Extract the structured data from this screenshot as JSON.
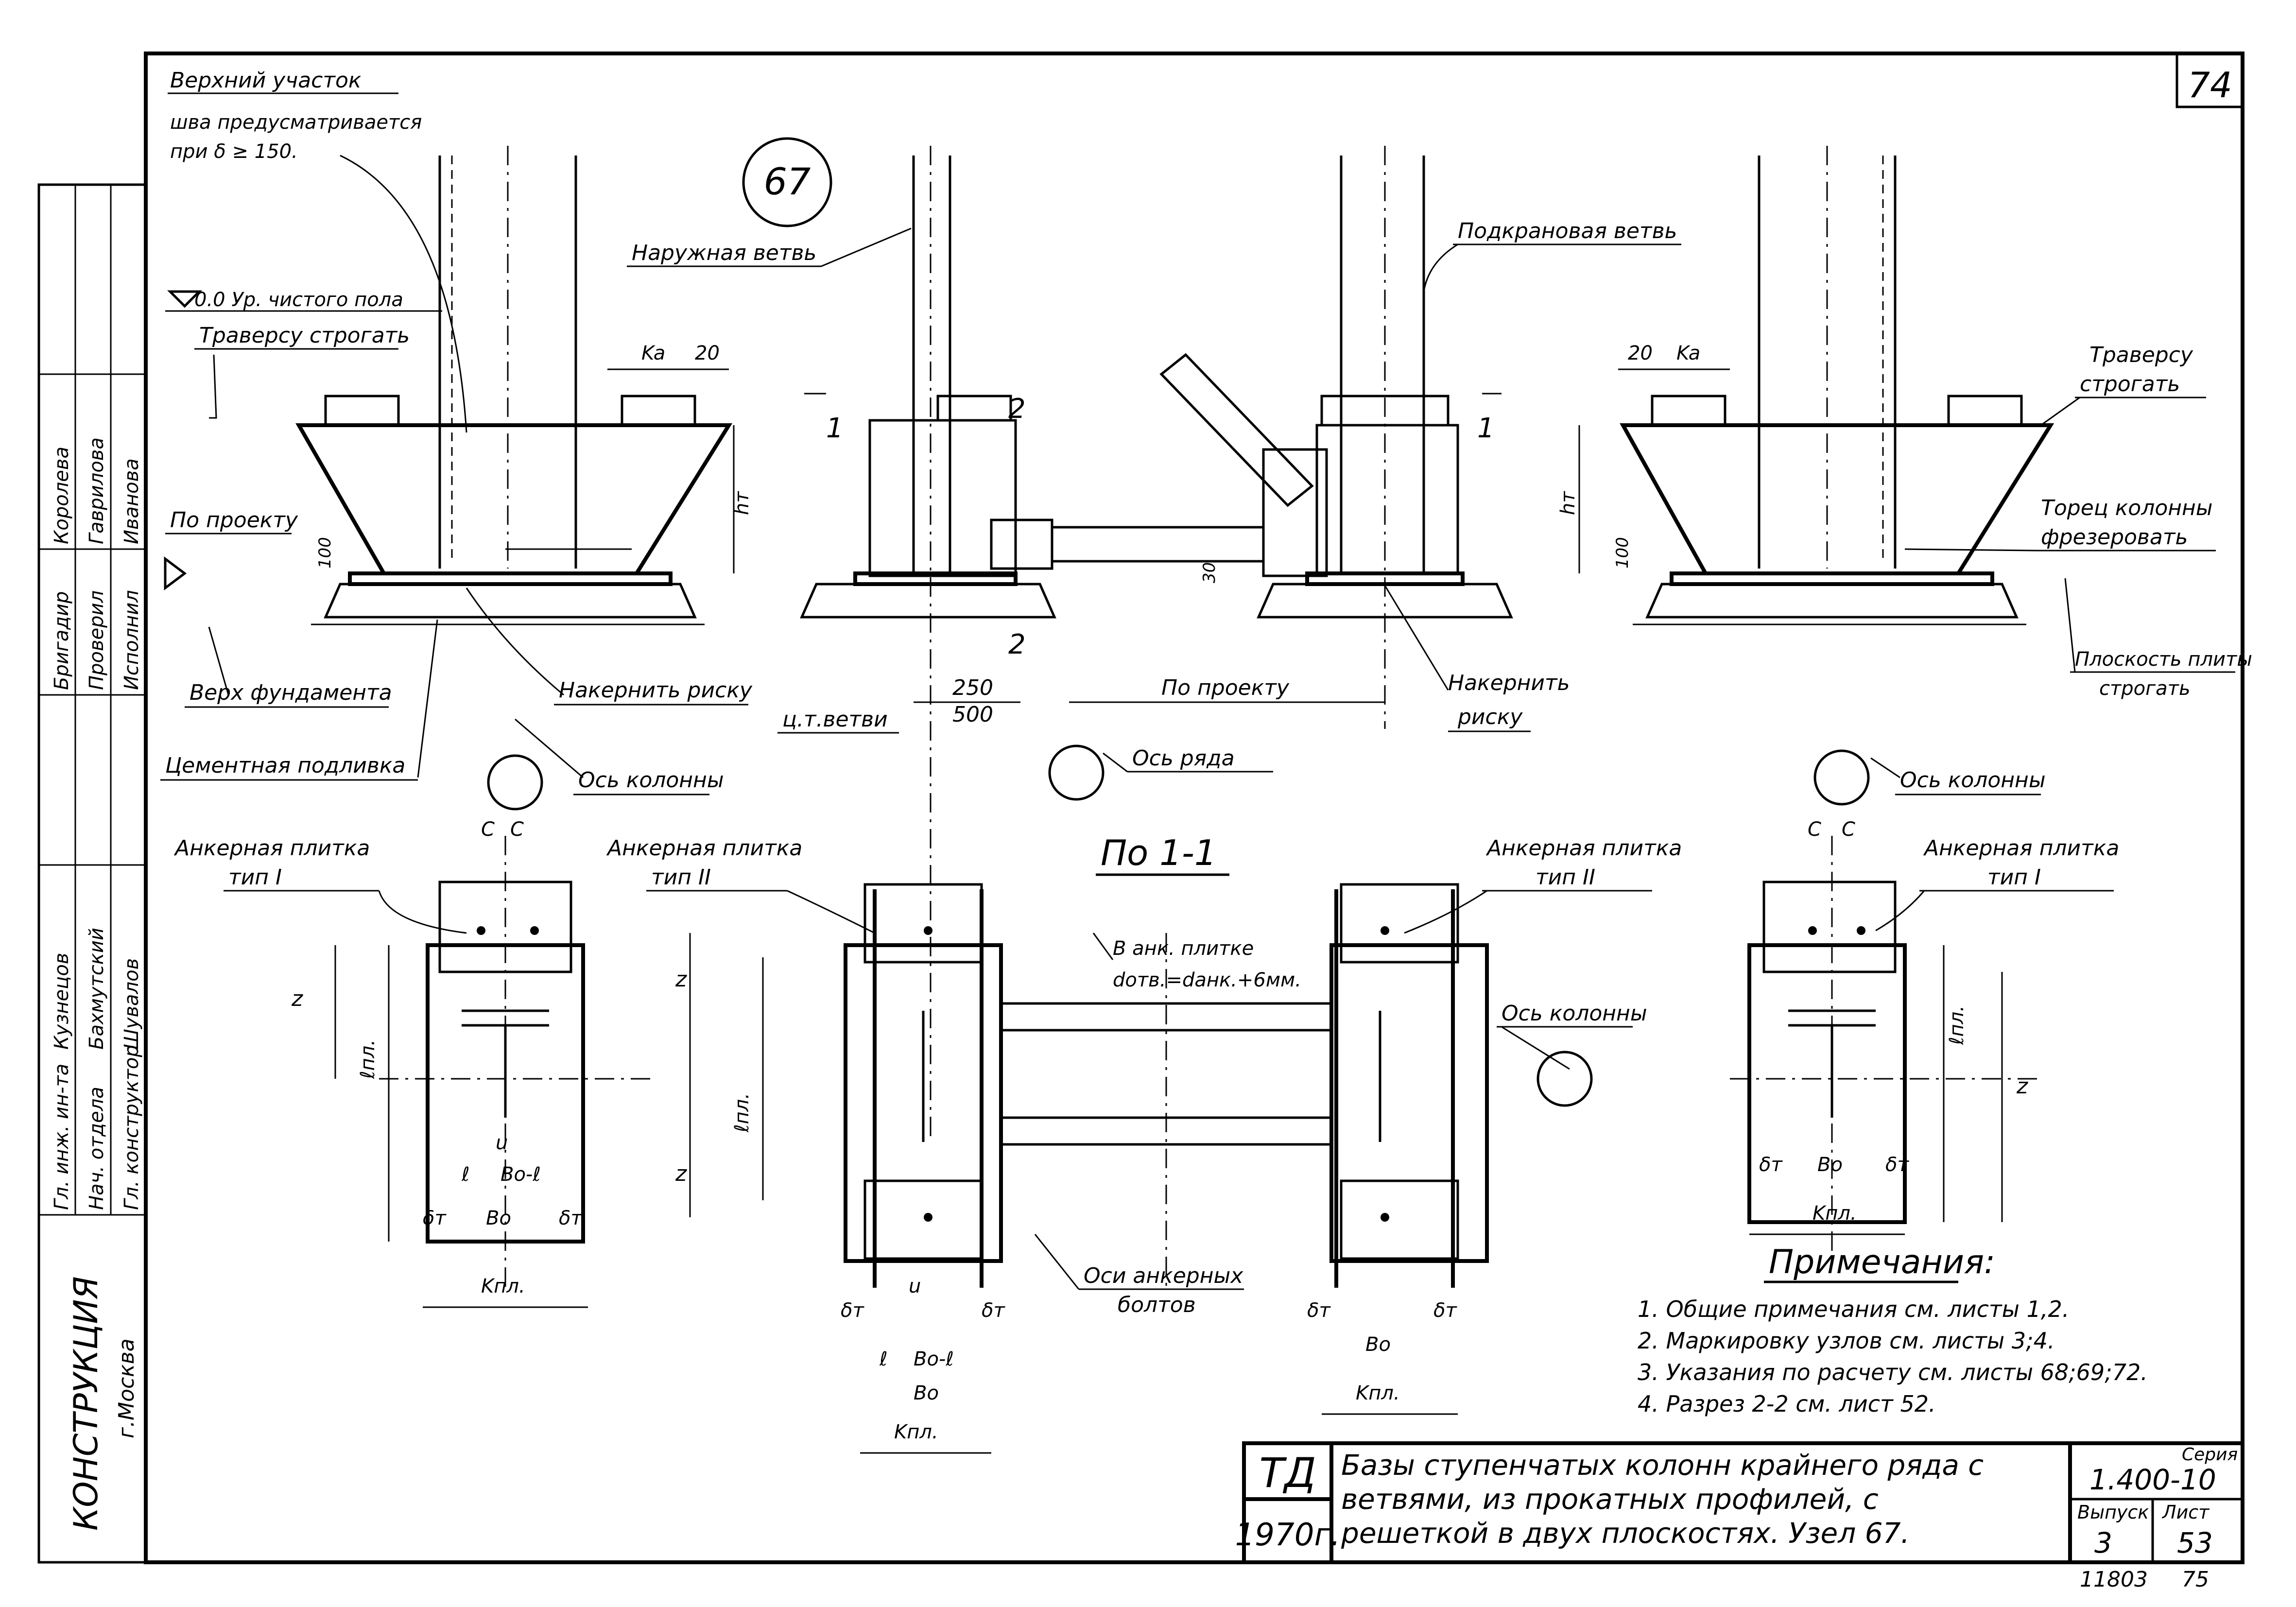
{
  "sheet": {
    "page_number": "74",
    "node_number": "67",
    "section_label": "По 1-1",
    "section_marks": {
      "one": "1",
      "two": "2"
    }
  },
  "side_stamp": {
    "org": "КОНСТРУКЦИЯ",
    "city": "г.Москва",
    "roles": [
      "Гл. инж. ин-та",
      "Нач. отдела",
      "Гл. конструктор",
      "Кузнецов",
      "Бахмутский",
      "Шувалов",
      "Бригадир",
      "Проверил",
      "Исполнил",
      "Королева",
      "Гаврилова",
      "Иванова"
    ]
  },
  "labels": {
    "upper_seam": "Верхний участок",
    "seam_note_1": "шва предусматривается",
    "seam_note_2": "при δ ≥ 150.",
    "floor_level": "0.0 Ур. чистого пола",
    "traverse_plane_left": "Траверсу строгать",
    "outer_branch": "Наружная ветвь",
    "crane_branch": "Подкрановая ветвь",
    "traverse_plane_right_1": "Траверсу",
    "traverse_plane_right_2": "строгать",
    "column_end_1": "Торец колонны",
    "column_end_2": "фрезеровать",
    "per_project_left": "По проекту",
    "per_project_mid": "По проекту",
    "fdn_top": "Верх фундамента",
    "mark_risk_left": "Накернить риску",
    "mark_risk_mid_1": "Накернить",
    "mark_risk_mid_2": "риску",
    "slab_plane_1": "Плоскость плиты",
    "slab_plane_2": "строгать",
    "cement_grout": "Цементная подливка",
    "branch_axis": "ц.т.ветви",
    "col_axis_left": "Ось колонны",
    "row_axis": "Ось ряда",
    "col_axis_right": "Ось колонны",
    "col_axis_plan": "Ось колонны",
    "anchor_bolt_axes_1": "Оси анкерных",
    "anchor_bolt_axes_2": "болтов",
    "anchor_plate_1_a": "Анкерная плитка",
    "anchor_plate_1_b": "тип I",
    "anchor_plate_2_a": "Анкерная плитка",
    "anchor_plate_2_b": "тип II",
    "anchor_plate_3_a": "Анкерная плитка",
    "anchor_plate_3_b": "тип II",
    "anchor_plate_4_a": "Анкерная плитка",
    "anchor_plate_4_b": "тип I",
    "hole_note_1": "В анк. плитке",
    "hole_note_2": "dотв.=dанк.+6мм.",
    "dim_250": "250",
    "dim_500": "500",
    "dim_20": "20",
    "dim_100": "100",
    "dim_30": "30",
    "dim_ka": "Ka",
    "dim_c": "C",
    "dim_hm": "hт",
    "dim_kpl": "Kпл.",
    "dim_lpl": "ℓпл.",
    "dim_bo": "Bо",
    "dim_bol": "Bо-ℓ",
    "dim_dt": "δт",
    "dim_z": "z",
    "dim_u": "u",
    "dim_l": "ℓ"
  },
  "notes": {
    "heading": "Примечания:",
    "items": [
      "1. Общие примечания см. листы 1,2.",
      "2. Маркировку узлов см. листы 3;4.",
      "3. Указания по расчету см. листы 68;69;72.",
      "4. Разрез 2-2 см. лист 52."
    ]
  },
  "title_block": {
    "org_code": "ТД",
    "year": "1970г.",
    "title_1": "Базы ступенчатых колонн крайнего ряда с",
    "title_2": "ветвями, из прокатных профилей, с",
    "title_3": "решеткой в двух плоскостях. Узел 67.",
    "series_label": "Серия",
    "series": "1.400-10",
    "issue_label": "Выпуск",
    "issue": "3",
    "sheet_label": "Лист",
    "sheet": "53",
    "archive": "11803",
    "archive2": "75"
  }
}
